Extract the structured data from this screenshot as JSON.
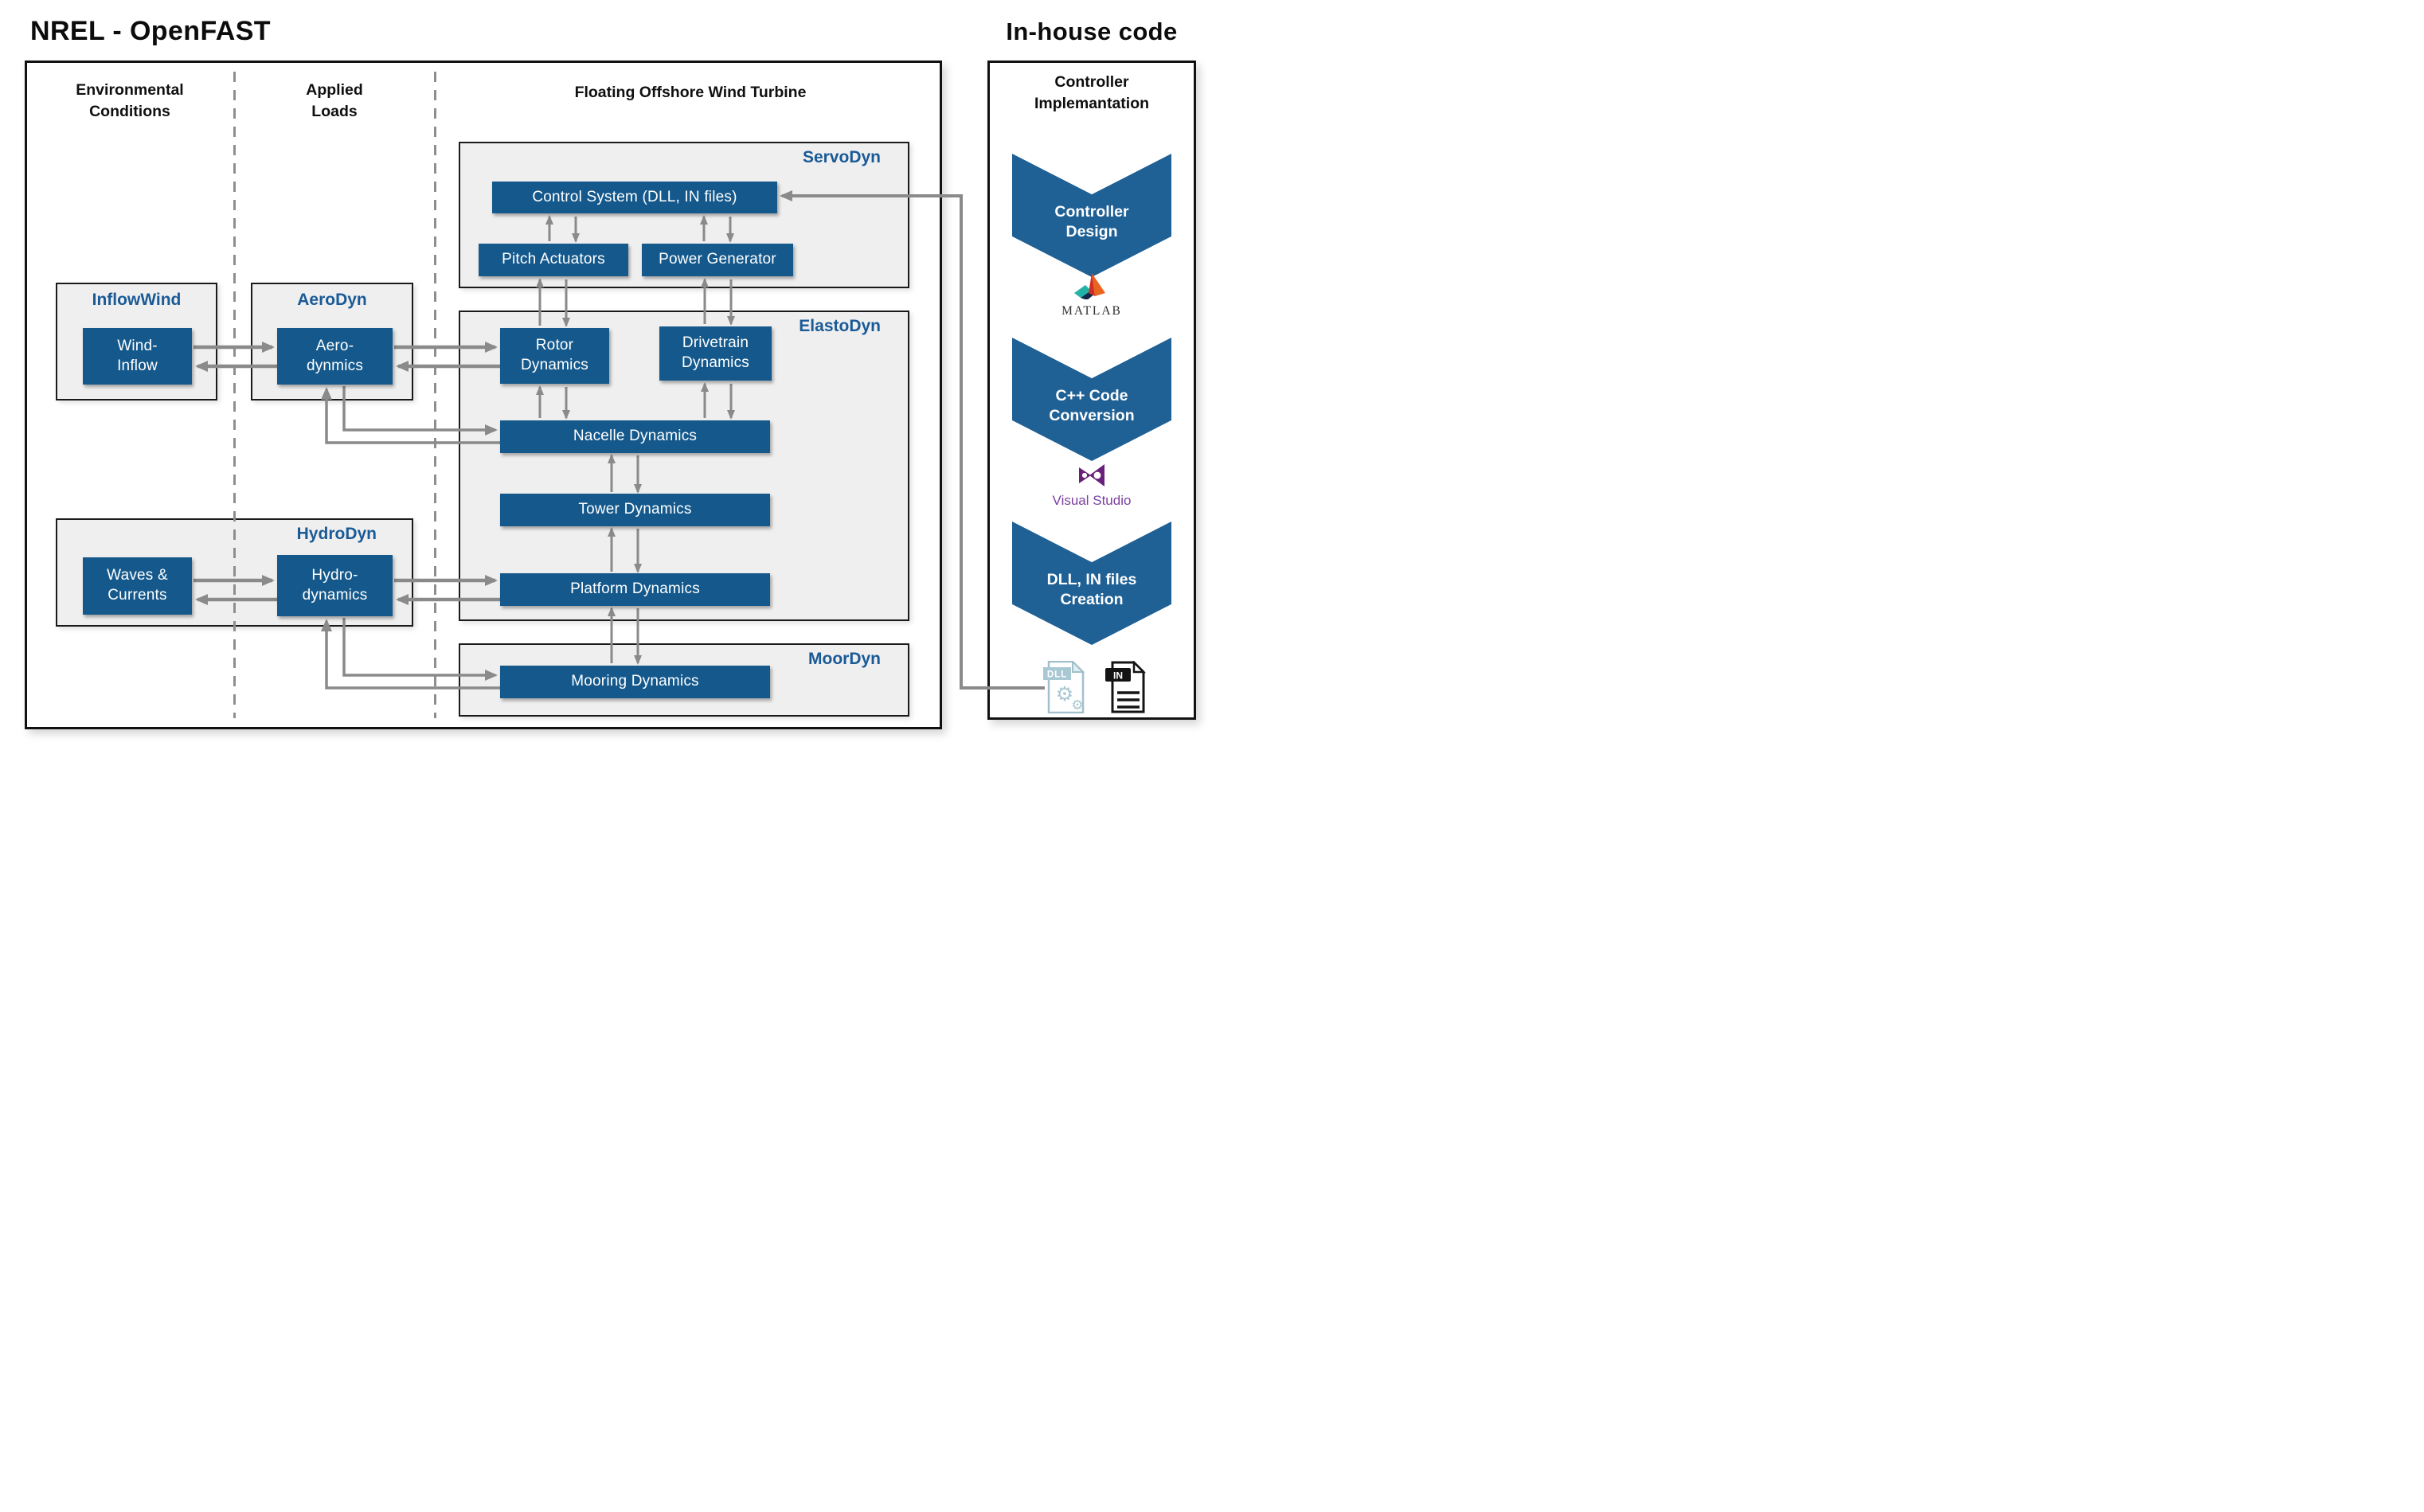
{
  "titles": {
    "left": "NREL - OpenFAST",
    "right": "In-house code"
  },
  "column_headers": {
    "environmental": "Environmental\nConditions",
    "applied_loads": "Applied\nLoads",
    "turbine": "Floating Offshore Wind Turbine"
  },
  "sections": {
    "servodyn": {
      "label": "ServoDyn"
    },
    "elastodyn": {
      "label": "ElastoDyn"
    },
    "moordyn": {
      "label": "MoorDyn"
    },
    "inflowwind": {
      "label": "InflowWind"
    },
    "aerodyn": {
      "label": "AeroDyn"
    },
    "hydrodyn": {
      "label": "HydroDyn"
    }
  },
  "nodes": {
    "control_system": "Control System (DLL, IN files)",
    "pitch_actuators": "Pitch Actuators",
    "power_generator": "Power Generator",
    "rotor_dynamics": "Rotor\nDynamics",
    "drivetrain_dynamics": "Drivetrain\nDynamics",
    "nacelle_dynamics": "Nacelle Dynamics",
    "tower_dynamics": "Tower Dynamics",
    "platform_dynamics": "Platform Dynamics",
    "mooring_dynamics": "Mooring Dynamics",
    "wind_inflow": "Wind-\nInflow",
    "aero_dynmics": "Aero-\ndynmics",
    "waves_currents": "Waves &\nCurrents",
    "hydro_dynamics": "Hydro-\ndynamics"
  },
  "inhouse": {
    "heading": "Controller\nImplemantation",
    "steps": [
      "Controller\nDesign",
      "C++ Code\nConversion",
      "DLL, IN files\nCreation"
    ],
    "matlab_label": "MATLAB",
    "visual_studio_label": "Visual Studio",
    "dll_file_label": "DLL",
    "in_file_label": "IN"
  },
  "colors": {
    "node_blue": "#15598c",
    "chevron_blue": "#1f6095",
    "module_label_blue": "#1a5a96",
    "arrow_gray": "#8a8a8a",
    "section_bg": "#efefef",
    "vs_purple": "#7b3fa0"
  }
}
